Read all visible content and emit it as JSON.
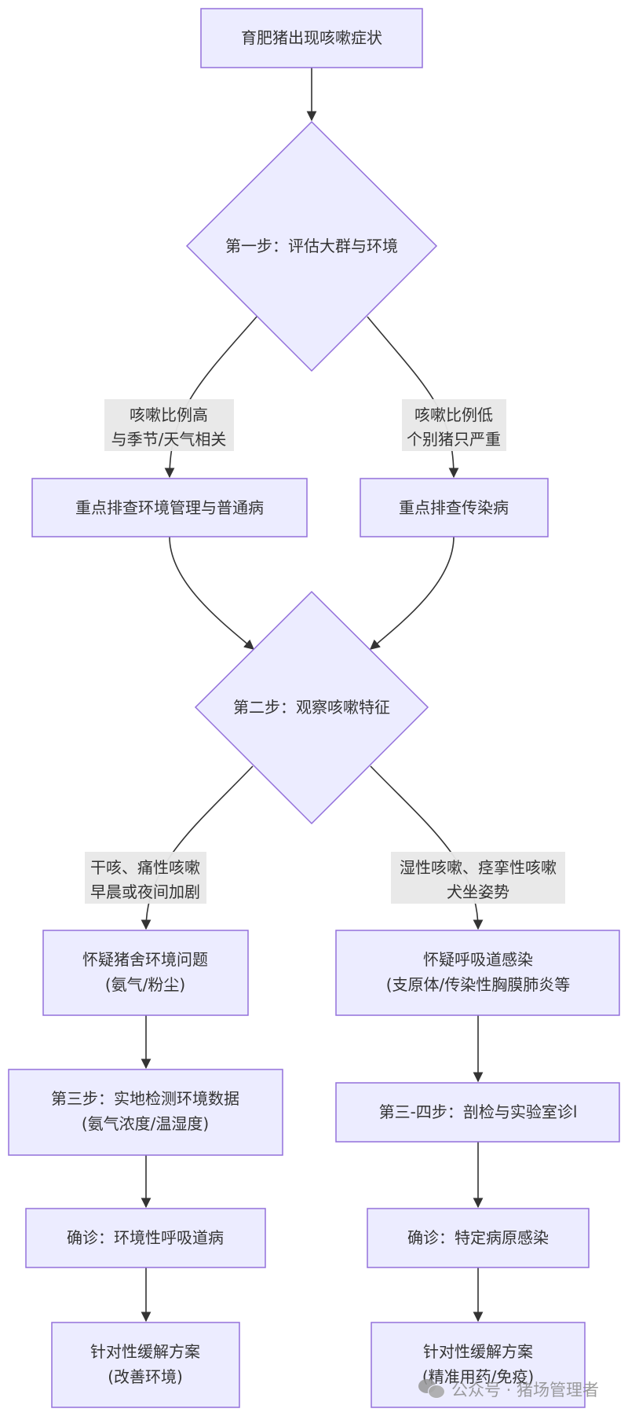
{
  "theme": {
    "node_fill": "#ECECFF",
    "node_stroke": "#9370DB",
    "edge_color": "#333333",
    "label_bg": "#E8E8E8",
    "text_color": "#333333"
  },
  "nodes": {
    "start": {
      "lines": [
        "育肥猪出现咳嗽症状"
      ]
    },
    "step1": {
      "lines": [
        "第一步：评估大群与环境"
      ]
    },
    "left1": {
      "lines": [
        "重点排查环境管理与普通病"
      ]
    },
    "right1": {
      "lines": [
        "重点排查传染病"
      ]
    },
    "step2": {
      "lines": [
        "第二步：观察咳嗽特征"
      ]
    },
    "left2": {
      "lines": [
        "怀疑猪舍环境问题",
        "(氨气/粉尘)"
      ]
    },
    "right2": {
      "lines": [
        "怀疑呼吸道感染",
        "(支原体/传染性胸膜肺炎等"
      ]
    },
    "left3": {
      "lines": [
        "第三步：实地检测环境数据",
        "(氨气浓度/温湿度)"
      ]
    },
    "right3": {
      "lines": [
        "第三-四步：剖检与实验室诊l"
      ]
    },
    "left4": {
      "lines": [
        "确诊：环境性呼吸道病"
      ]
    },
    "right4": {
      "lines": [
        "确诊：特定病原感染"
      ]
    },
    "left5": {
      "lines": [
        "针对性缓解方案",
        "(改善环境)"
      ]
    },
    "right5": {
      "lines": [
        "针对性缓解方案",
        "(精准用药/免疫)"
      ]
    }
  },
  "edge_labels": {
    "high_ratio": [
      "咳嗽比例高",
      "与季节/天气相关"
    ],
    "low_ratio": [
      "咳嗽比例低",
      "个别猪只严重"
    ],
    "dry_cough": [
      "干咳、痛性咳嗽",
      "早晨或夜间加剧"
    ],
    "wet_cough": [
      "湿性咳嗽、痉挛性咳嗽",
      "犬坐姿势"
    ]
  },
  "watermark": {
    "icon": "wechat-icon",
    "text": "公众号 · 猪场管理者"
  }
}
